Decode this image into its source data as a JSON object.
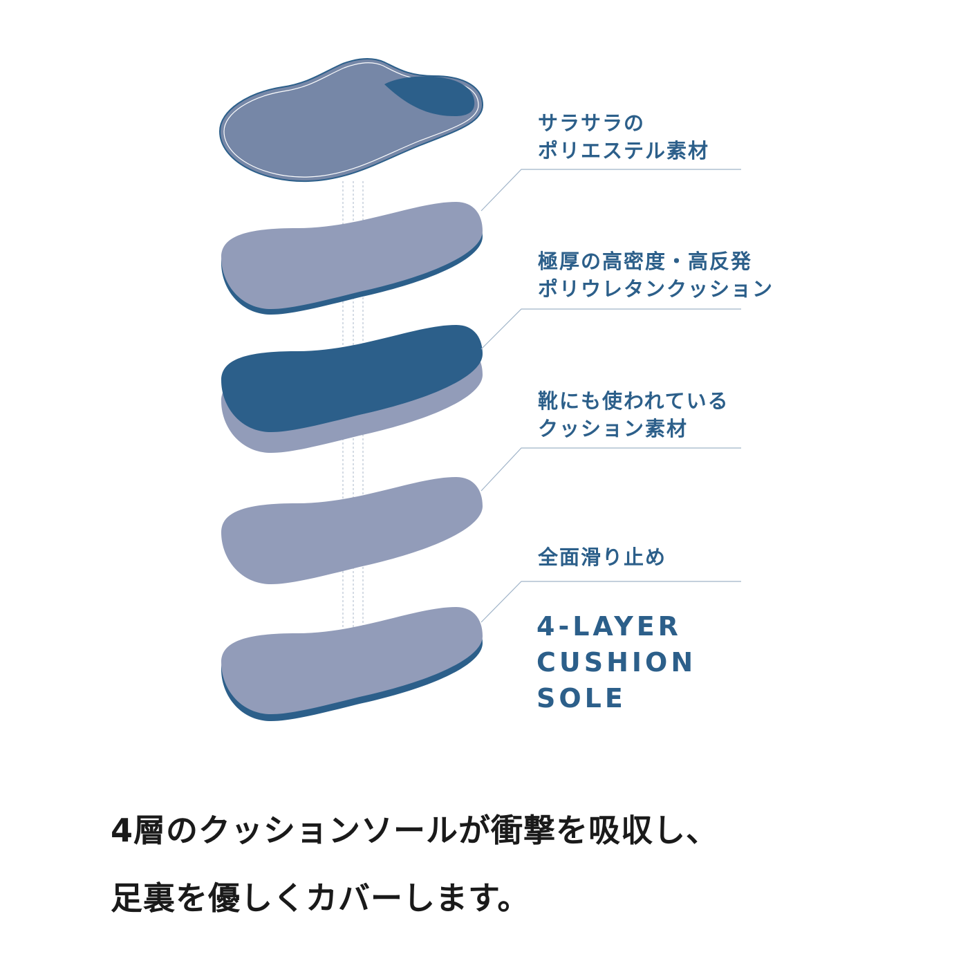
{
  "layers": [
    {
      "lines": [
        "サラサラの",
        "ポリエステル素材"
      ]
    },
    {
      "lines": [
        "極厚の高密度・高反発",
        "ポリウレタンクッション"
      ]
    },
    {
      "lines": [
        "靴にも使われている",
        "クッション素材"
      ]
    },
    {
      "lines": [
        "全面滑り止め"
      ]
    }
  ],
  "headline": {
    "line1": "4-LAYER",
    "line2": "CUSHION",
    "line3": "SOLE"
  },
  "caption": {
    "line1": "4層のクッションソールが衝撃を吸収し、",
    "line2": "足裏を優しくカバーします。"
  },
  "colors": {
    "upper": "#7687a7",
    "layer_light": "#929cb9",
    "layer_dark": "#2c5f8a",
    "accent_text": "#2c5f8a",
    "leader_line": "#9fb3c8",
    "caption_text": "#1a1a1a"
  }
}
